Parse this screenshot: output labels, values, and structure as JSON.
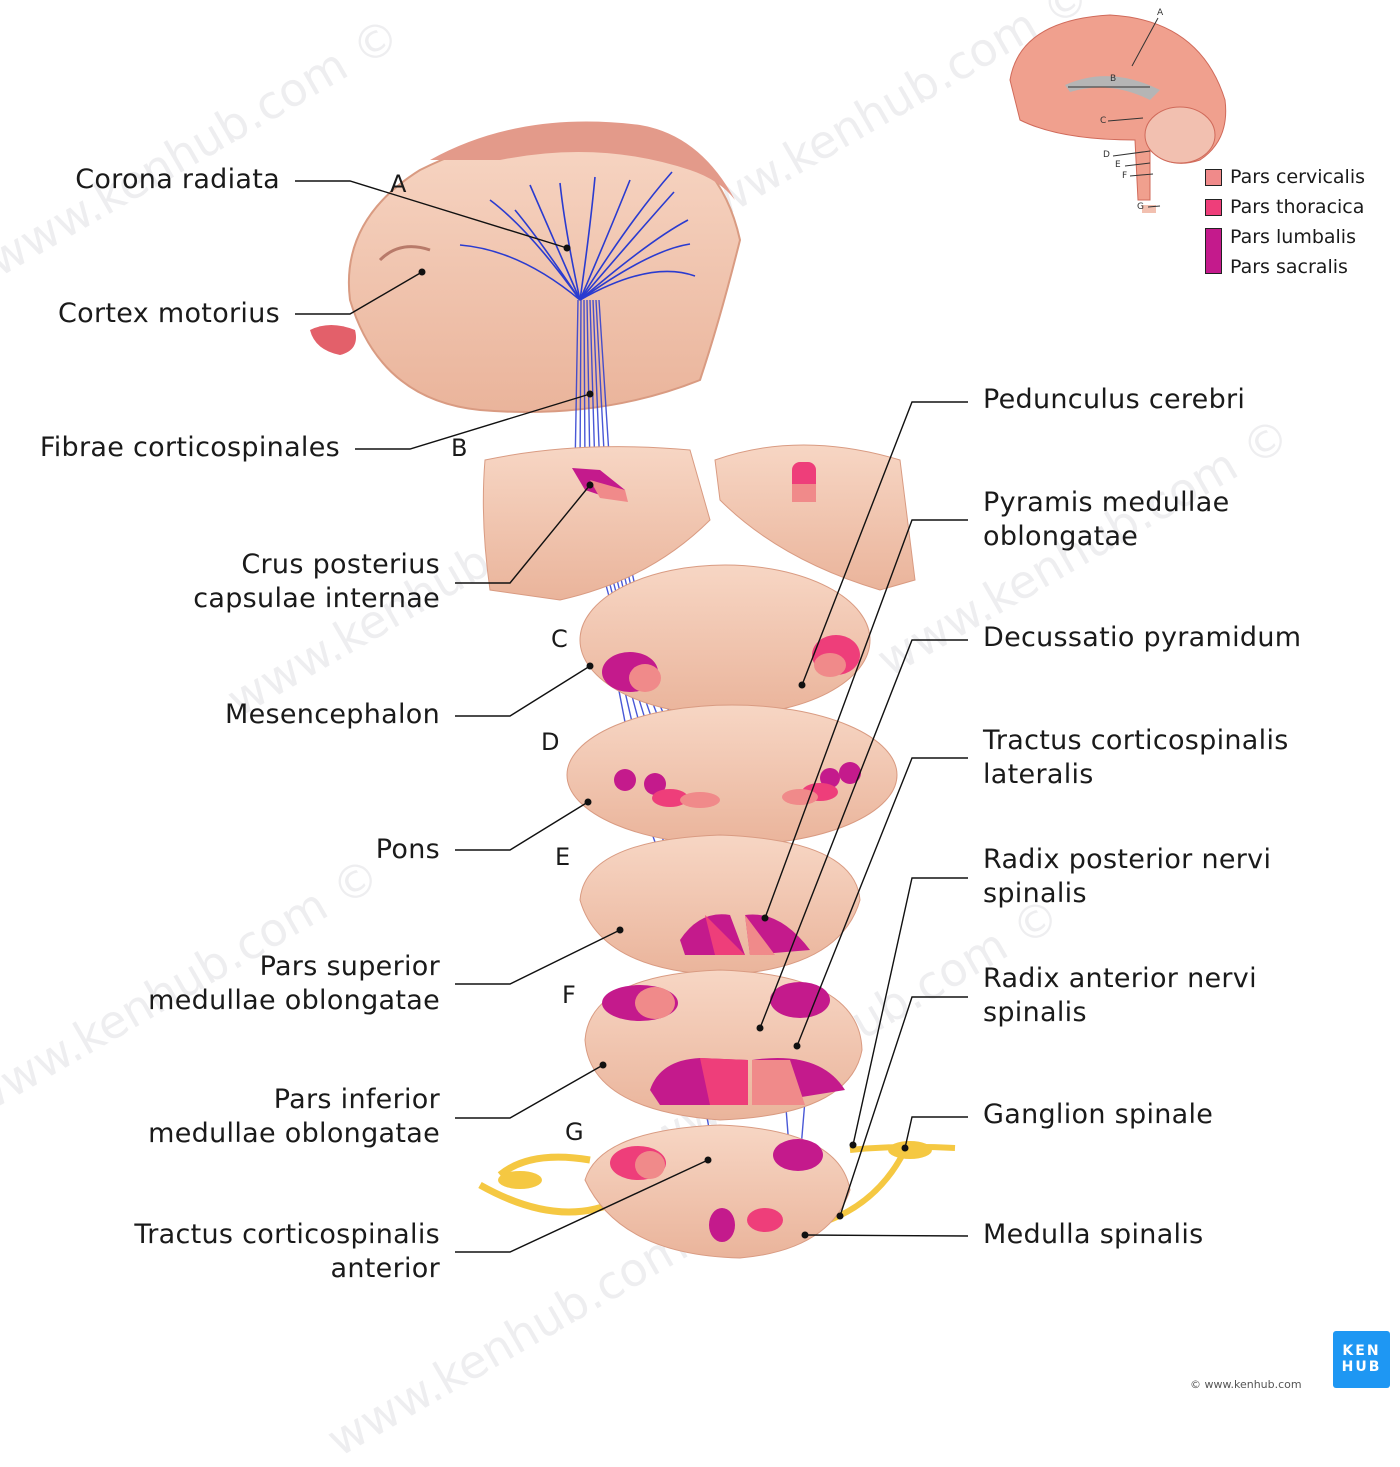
{
  "watermark": "www.kenhub.com ©",
  "section_letters": [
    "A",
    "B",
    "C",
    "D",
    "E",
    "F",
    "G"
  ],
  "left_labels": [
    {
      "lines": [
        "Corona radiata"
      ]
    },
    {
      "lines": [
        "Cortex motorius"
      ]
    },
    {
      "lines": [
        "Fibrae corticospinales"
      ]
    },
    {
      "lines": [
        "Crus posterius",
        "capsulae internae"
      ]
    },
    {
      "lines": [
        "Mesencephalon"
      ]
    },
    {
      "lines": [
        "Pons"
      ]
    },
    {
      "lines": [
        "Pars superior",
        "medullae oblongatae"
      ]
    },
    {
      "lines": [
        "Pars inferior",
        "medullae oblongatae"
      ]
    },
    {
      "lines": [
        "Tractus corticospinalis",
        "anterior"
      ]
    }
  ],
  "right_labels": [
    {
      "lines": [
        "Pedunculus cerebri"
      ]
    },
    {
      "lines": [
        "Pyramis medullae",
        "oblongatae"
      ]
    },
    {
      "lines": [
        "Decussatio pyramidum"
      ]
    },
    {
      "lines": [
        "Tractus corticospinalis",
        "lateralis"
      ]
    },
    {
      "lines": [
        "Radix posterior nervi",
        "spinalis"
      ]
    },
    {
      "lines": [
        "Radix anterior nervi",
        "spinalis"
      ]
    },
    {
      "lines": [
        "Ganglion spinale"
      ]
    },
    {
      "lines": [
        "Medulla spinalis"
      ]
    }
  ],
  "legend": {
    "items": [
      {
        "label": "Pars cervicalis",
        "color": "#f08a8a"
      },
      {
        "label": "Pars thoracica",
        "color": "#ee3e7a"
      },
      {
        "label": "Pars lumbalis",
        "color": "#c41a8c"
      },
      {
        "label": "Pars sacralis",
        "color": "#c41a8c"
      }
    ]
  },
  "inset_letters": [
    "A",
    "B",
    "C",
    "D",
    "E",
    "F",
    "G"
  ],
  "logo": {
    "line1": "KEN",
    "line2": "HUB"
  },
  "copyright": "© www.kenhub.com",
  "colors": {
    "tissue": "#f3c7b0",
    "tissue_dark": "#e8a88c",
    "fiber": "#2a3bd0",
    "cervical": "#f08a8a",
    "thoracic": "#ee3e7a",
    "lumbosacral": "#c41a8c",
    "nerve": "#f5c842",
    "logo": "#1e97f3"
  }
}
